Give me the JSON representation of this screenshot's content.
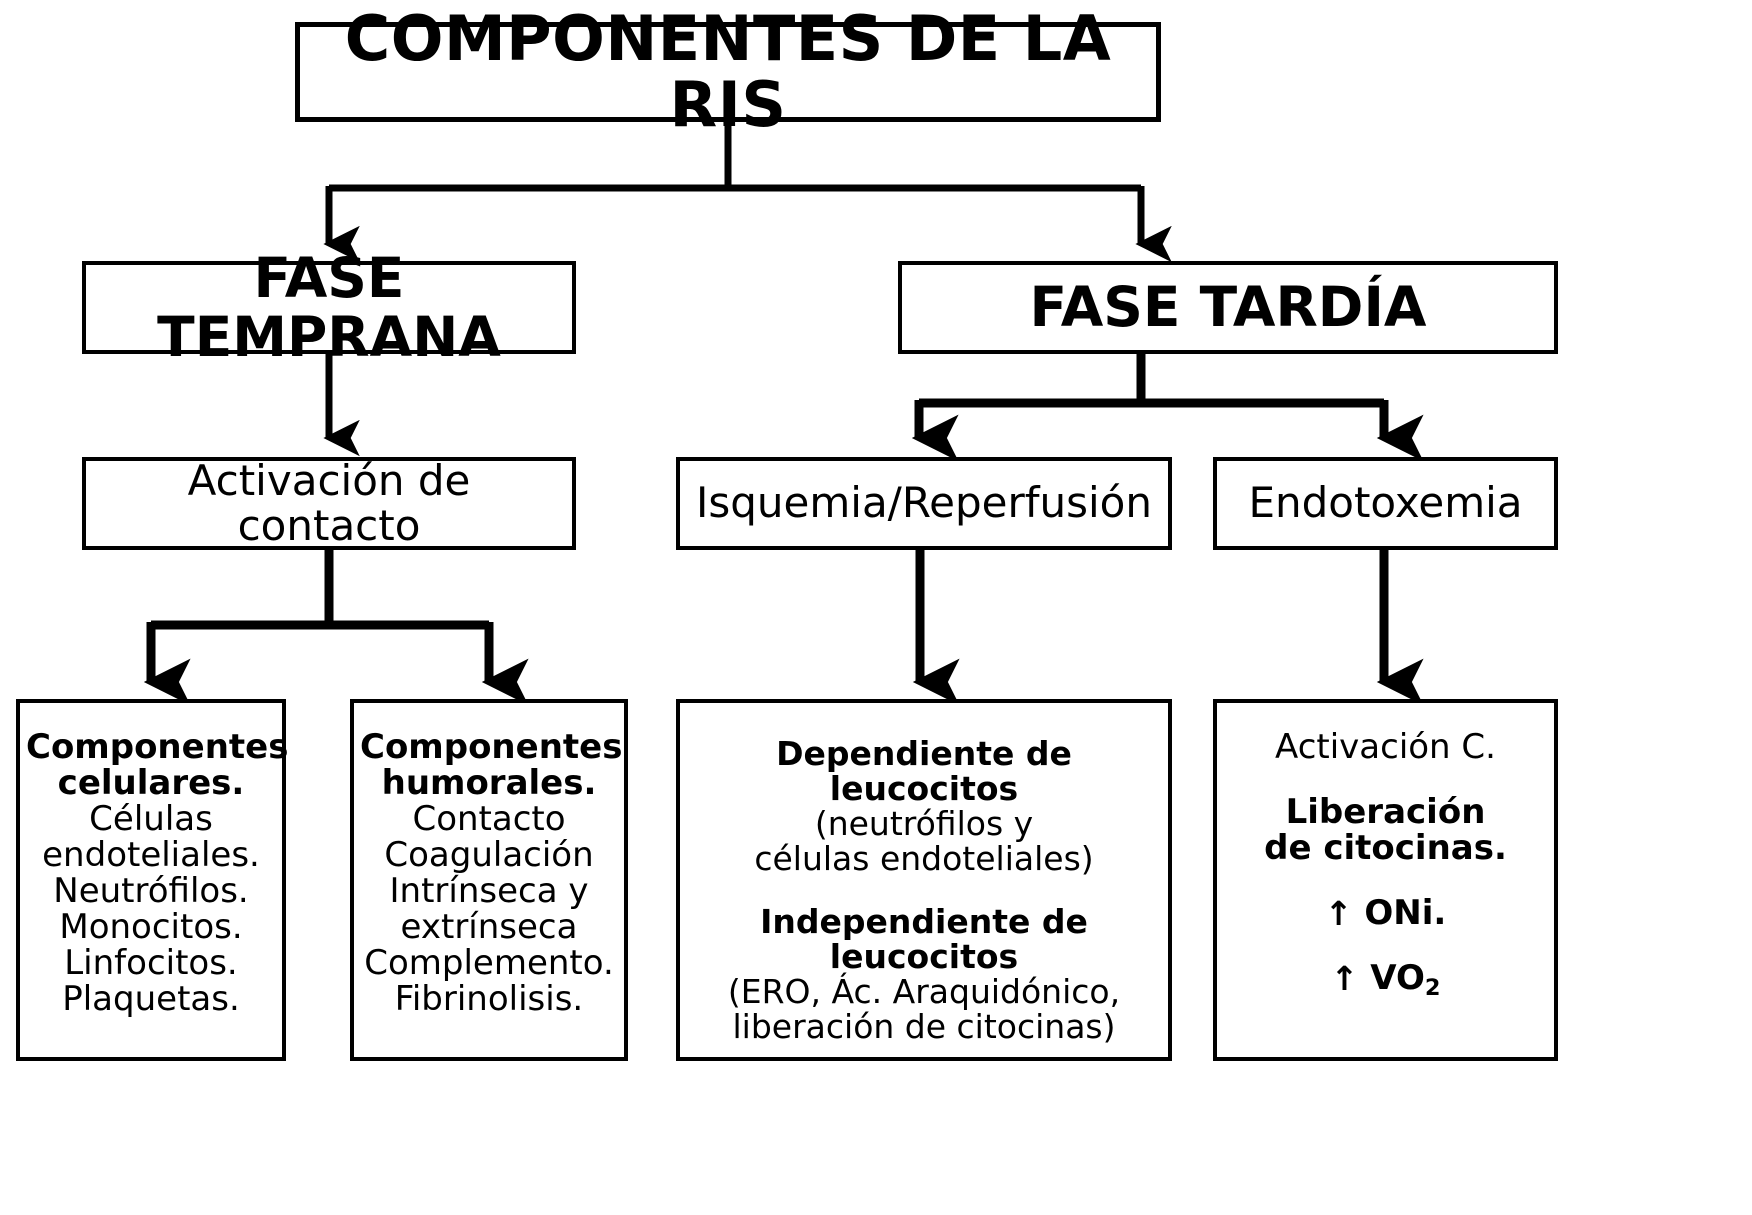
{
  "diagram": {
    "title": "COMPONENTES DE LA RIS",
    "type": "flowchart",
    "colors": {
      "background": "#ffffff",
      "stroke": "#000000",
      "text": "#000000"
    },
    "level2": {
      "left": "FASE TEMPRANA",
      "right": "FASE TARDÍA"
    },
    "level3": {
      "activacion": "Activación de contacto",
      "isquemia": "Isquemia/Reperfusión",
      "endotoxemia": "Endotoxemia"
    },
    "leaves": {
      "celulares": {
        "heading_line1": "Componentes",
        "heading_line2": "celulares.",
        "items": [
          "Células",
          "endoteliales.",
          "Neutrófilos.",
          "Monocitos.",
          "Linfocitos.",
          "Plaquetas."
        ]
      },
      "humorales": {
        "heading_line1": "Componentes",
        "heading_line2": "humorales.",
        "items": [
          "Contacto",
          "Coagulación",
          "Intrínseca y",
          "extrínseca",
          "Complemento.",
          "Fibrinolisis."
        ]
      },
      "leucocitos": {
        "dependiente_heading": "Dependiente de leucocitos",
        "dependiente_line1": "(neutrófilos y",
        "dependiente_line2": "células endoteliales)",
        "independiente_heading": "Independiente de leucocitos",
        "independiente_line1": "(ERO, Ác. Araquidónico,",
        "independiente_line2": "liberación de citocinas)"
      },
      "activacion_c": {
        "line1": "Activación C.",
        "line2": "Liberación",
        "line3": "de citocinas.",
        "metric1_arrow": "↑",
        "metric1_label": "ONi.",
        "metric2_arrow": "↑",
        "metric2_label": "VO",
        "metric2_sub": "2"
      }
    },
    "edges": [
      {
        "from": "title",
        "to": "FASE TEMPRANA"
      },
      {
        "from": "title",
        "to": "FASE TARDÍA"
      },
      {
        "from": "FASE TEMPRANA",
        "to": "Activación de contacto"
      },
      {
        "from": "FASE TARDÍA",
        "to": "Isquemia/Reperfusión"
      },
      {
        "from": "FASE TARDÍA",
        "to": "Endotoxemia"
      },
      {
        "from": "Activación de contacto",
        "to": "Componentes celulares."
      },
      {
        "from": "Activación de contacto",
        "to": "Componentes humorales."
      },
      {
        "from": "Isquemia/Reperfusión",
        "to": "Dependiente de leucocitos"
      },
      {
        "from": "Endotoxemia",
        "to": "Activación C."
      }
    ]
  }
}
